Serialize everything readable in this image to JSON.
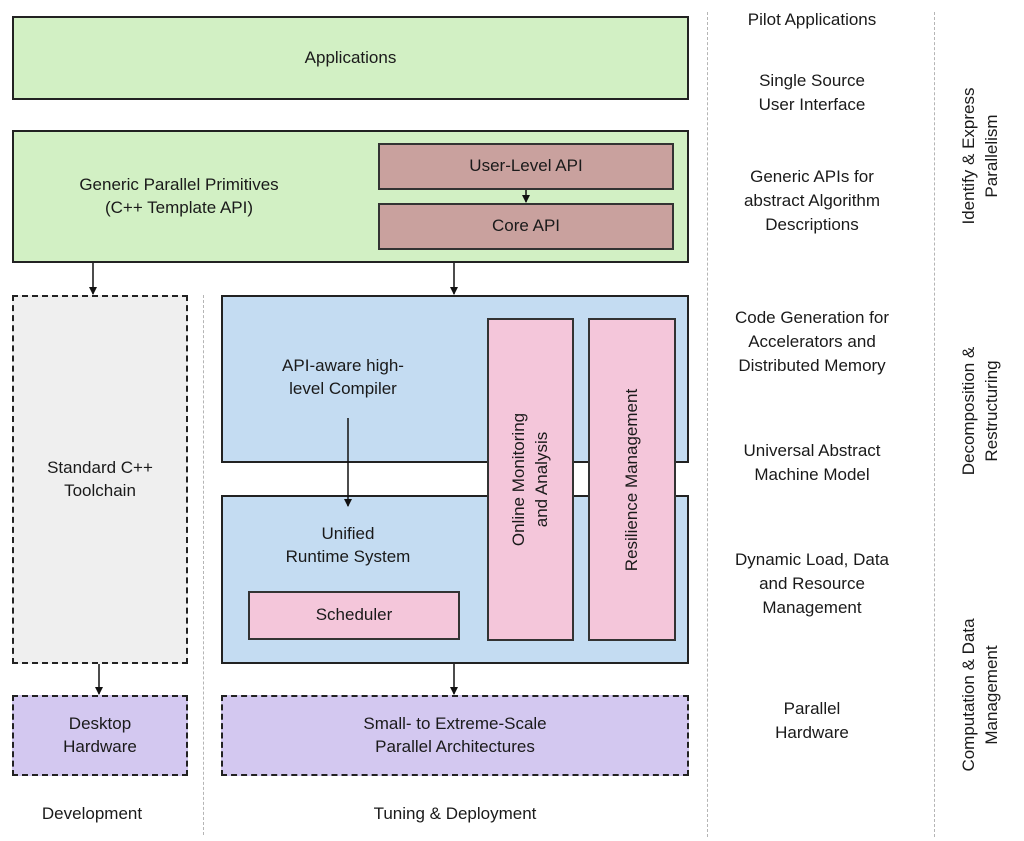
{
  "boxes": {
    "applications": "Applications",
    "generic_primitives": "Generic Parallel Primitives\n(C++ Template API)",
    "user_level_api": "User-Level API",
    "core_api": "Core API",
    "standard_toolchain": "Standard C++\nToolchain",
    "compiler": "API-aware high-\nlevel Compiler",
    "runtime": "Unified\nRuntime System",
    "scheduler": "Scheduler",
    "monitoring": "Online Monitoring\nand Analysis",
    "resilience": "Resilience Management",
    "desktop_hardware": "Desktop\nHardware",
    "parallel_arch": "Small- to Extreme-Scale\nParallel Architectures"
  },
  "bottom_labels": {
    "development": "Development",
    "tuning": "Tuning & Deployment"
  },
  "right_labels": [
    "Pilot Applications",
    "Single Source\nUser Interface",
    "Generic APIs for\nabstract Algorithm\nDescriptions",
    "Code Generation for\nAccelerators and\nDistributed Memory",
    "Universal Abstract\nMachine Model",
    "Dynamic Load, Data\nand Resource\nManagement",
    "Parallel\nHardware"
  ],
  "phases": [
    "Identify & Express\nParallelism",
    "Decomposition &\nRestructuring",
    "Computation & Data\nManagement"
  ]
}
